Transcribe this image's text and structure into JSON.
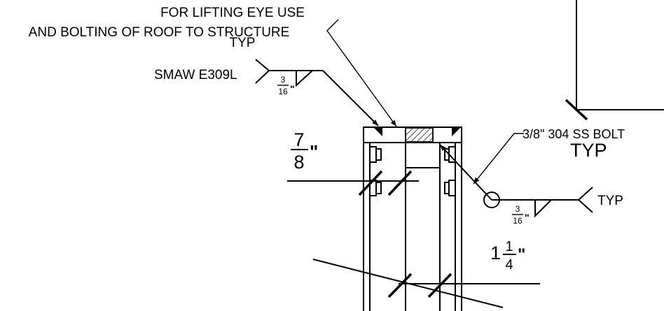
{
  "notes": {
    "lifting_line1": "FOR LIFTING EYE USE",
    "lifting_line2": "AND BOLTING OF ROOF TO STRUCTURE",
    "lifting_line3": "TYP",
    "weld_process": "SMAW E309L",
    "bolt_callout": "3/8\" 304 SS BOLT",
    "bolt_typ": "TYP",
    "weld_typ": "TYP"
  },
  "weld_sizes": {
    "top_num": "3",
    "top_den": "16",
    "top_inch": "\"",
    "right_num": "3",
    "right_den": "16",
    "right_inch": "\""
  },
  "dimensions": {
    "seven_eighths_num": "7",
    "seven_eighths_den": "8",
    "seven_eighths_inch": "\"",
    "one_quarter_whole": "1",
    "one_quarter_num": "1",
    "one_quarter_den": "4",
    "one_quarter_inch": "\""
  }
}
